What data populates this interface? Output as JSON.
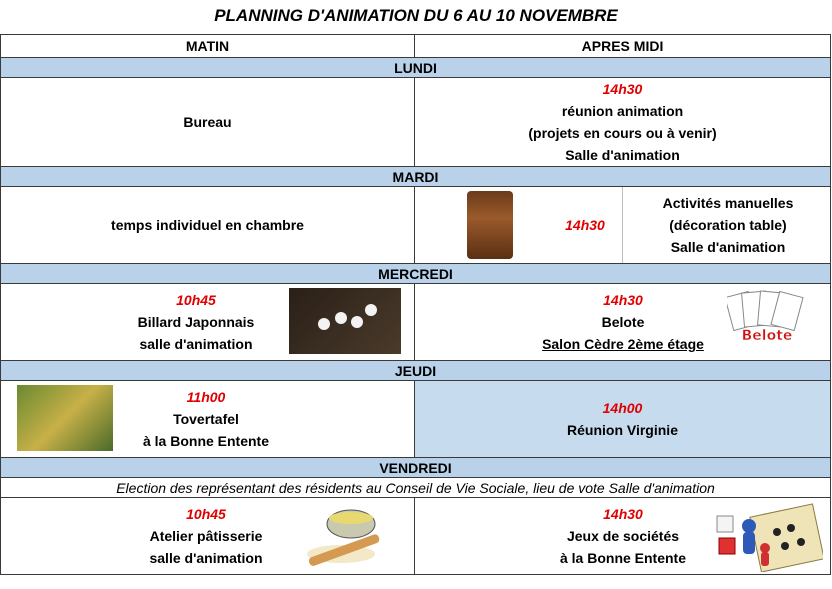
{
  "title": "PLANNING D'ANIMATION DU 6 AU 10 NOVEMBRE",
  "headers": {
    "morning": "MATIN",
    "afternoon": "APRES MIDI"
  },
  "days": {
    "lundi": {
      "label": "LUNDI",
      "morning": {
        "lines": [
          "Bureau"
        ]
      },
      "afternoon": {
        "time": "14h30",
        "lines": [
          "réunion animation",
          "(projets en cours ou à venir)",
          "Salle d'animation"
        ]
      }
    },
    "mardi": {
      "label": "MARDI",
      "morning": {
        "lines": [
          "temps individuel en chambre"
        ]
      },
      "afternoon": {
        "time": "14h30",
        "lines": [
          "Activités manuelles",
          "(décoration table)",
          "Salle d'animation"
        ],
        "image": "barrel-decoration-photo"
      }
    },
    "mercredi": {
      "label": "MERCREDI",
      "morning": {
        "time": "10h45",
        "lines": [
          "Billard Japonnais",
          "salle d'animation"
        ],
        "image": "billard-photo"
      },
      "afternoon": {
        "time": "14h30",
        "lines": [
          "Belote",
          "Salon Cèdre 2ème étage"
        ],
        "image": "belote-cards-illustration"
      }
    },
    "jeudi": {
      "label": "JEUDI",
      "morning": {
        "time": "11h00",
        "lines": [
          "Tovertafel",
          "à la Bonne Entente"
        ],
        "image": "tovertafel-photo"
      },
      "afternoon": {
        "time": "14h00",
        "lines": [
          "Réunion Virginie"
        ]
      }
    },
    "vendredi": {
      "label": "VENDREDI",
      "note": "Election des représentant des résidents au Conseil de Vie Sociale, lieu de vote Salle d'animation",
      "morning": {
        "time": "10h45",
        "lines": [
          "Atelier pâtisserie",
          "salle d'animation"
        ],
        "image": "pastry-illustration"
      },
      "afternoon": {
        "time": "14h30",
        "lines": [
          "Jeux de sociétés",
          "à la Bonne Entente"
        ],
        "image": "board-games-illustration"
      }
    }
  },
  "colors": {
    "day_band": "#b9d2ea",
    "time": "#e00000",
    "highlight_cell": "#c7dbef"
  }
}
